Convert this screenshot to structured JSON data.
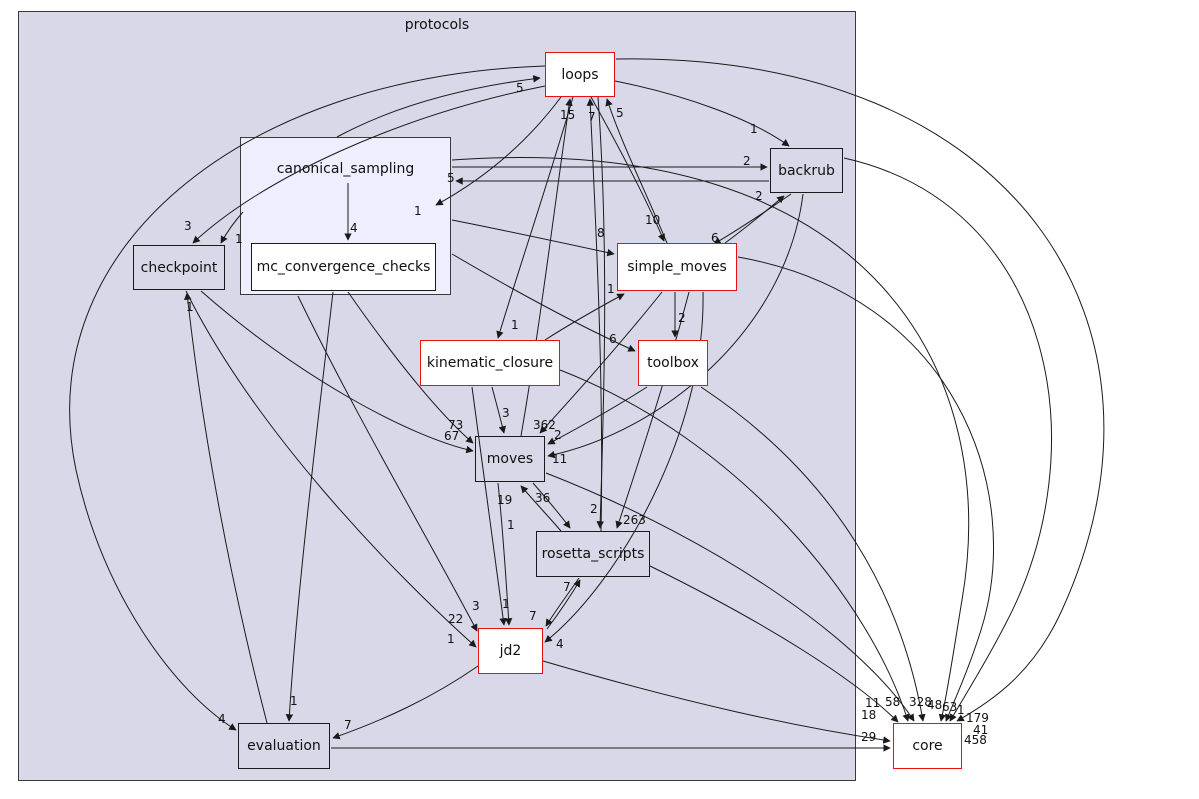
{
  "clusters": {
    "outer_label": "protocols",
    "inner_label": "canonical_sampling"
  },
  "nodes": {
    "loops": "loops",
    "backrub": "backrub",
    "checkpoint": "checkpoint",
    "mc_convergence_checks": "mc_convergence_checks",
    "simple_moves": "simple_moves",
    "kinematic_closure": "kinematic_closure",
    "toolbox": "toolbox",
    "moves": "moves",
    "rosetta_scripts": "rosetta_scripts",
    "jd2": "jd2",
    "evaluation": "evaluation",
    "core": "core"
  },
  "edge_labels": [
    "5",
    "15",
    "7",
    "5",
    "1",
    "2",
    "5",
    "1",
    "3",
    "1",
    "4",
    "8",
    "10",
    "6",
    "2",
    "1",
    "6",
    "1",
    "2",
    "3",
    "73",
    "67",
    "362",
    "2",
    "11",
    "19",
    "36",
    "1",
    "2",
    "263",
    "7",
    "3",
    "1",
    "7",
    "22",
    "1",
    "4",
    "1",
    "4",
    "7",
    "29",
    "11",
    "58",
    "328",
    "48",
    "63",
    "1",
    "179",
    "41",
    "458",
    "18",
    "1"
  ],
  "colors": {
    "outer_cluster_fill": "#d8d8e8",
    "inner_cluster_fill": "#eeeeff",
    "red_node_border": "#e61212",
    "node_border": "#1a1a1a"
  }
}
